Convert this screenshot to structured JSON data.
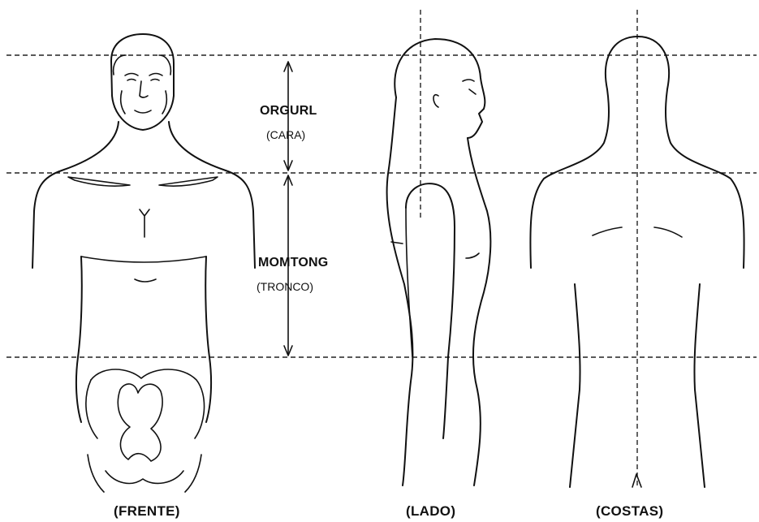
{
  "zones": {
    "head": {
      "title": "ORGURL",
      "subtitle": "(CARA)"
    },
    "trunk": {
      "title": "MOMTONG",
      "subtitle": "(TRONCO)"
    }
  },
  "views": {
    "front": "(FRENTE)",
    "side": "(LADO)",
    "back": "(COSTAS)"
  }
}
